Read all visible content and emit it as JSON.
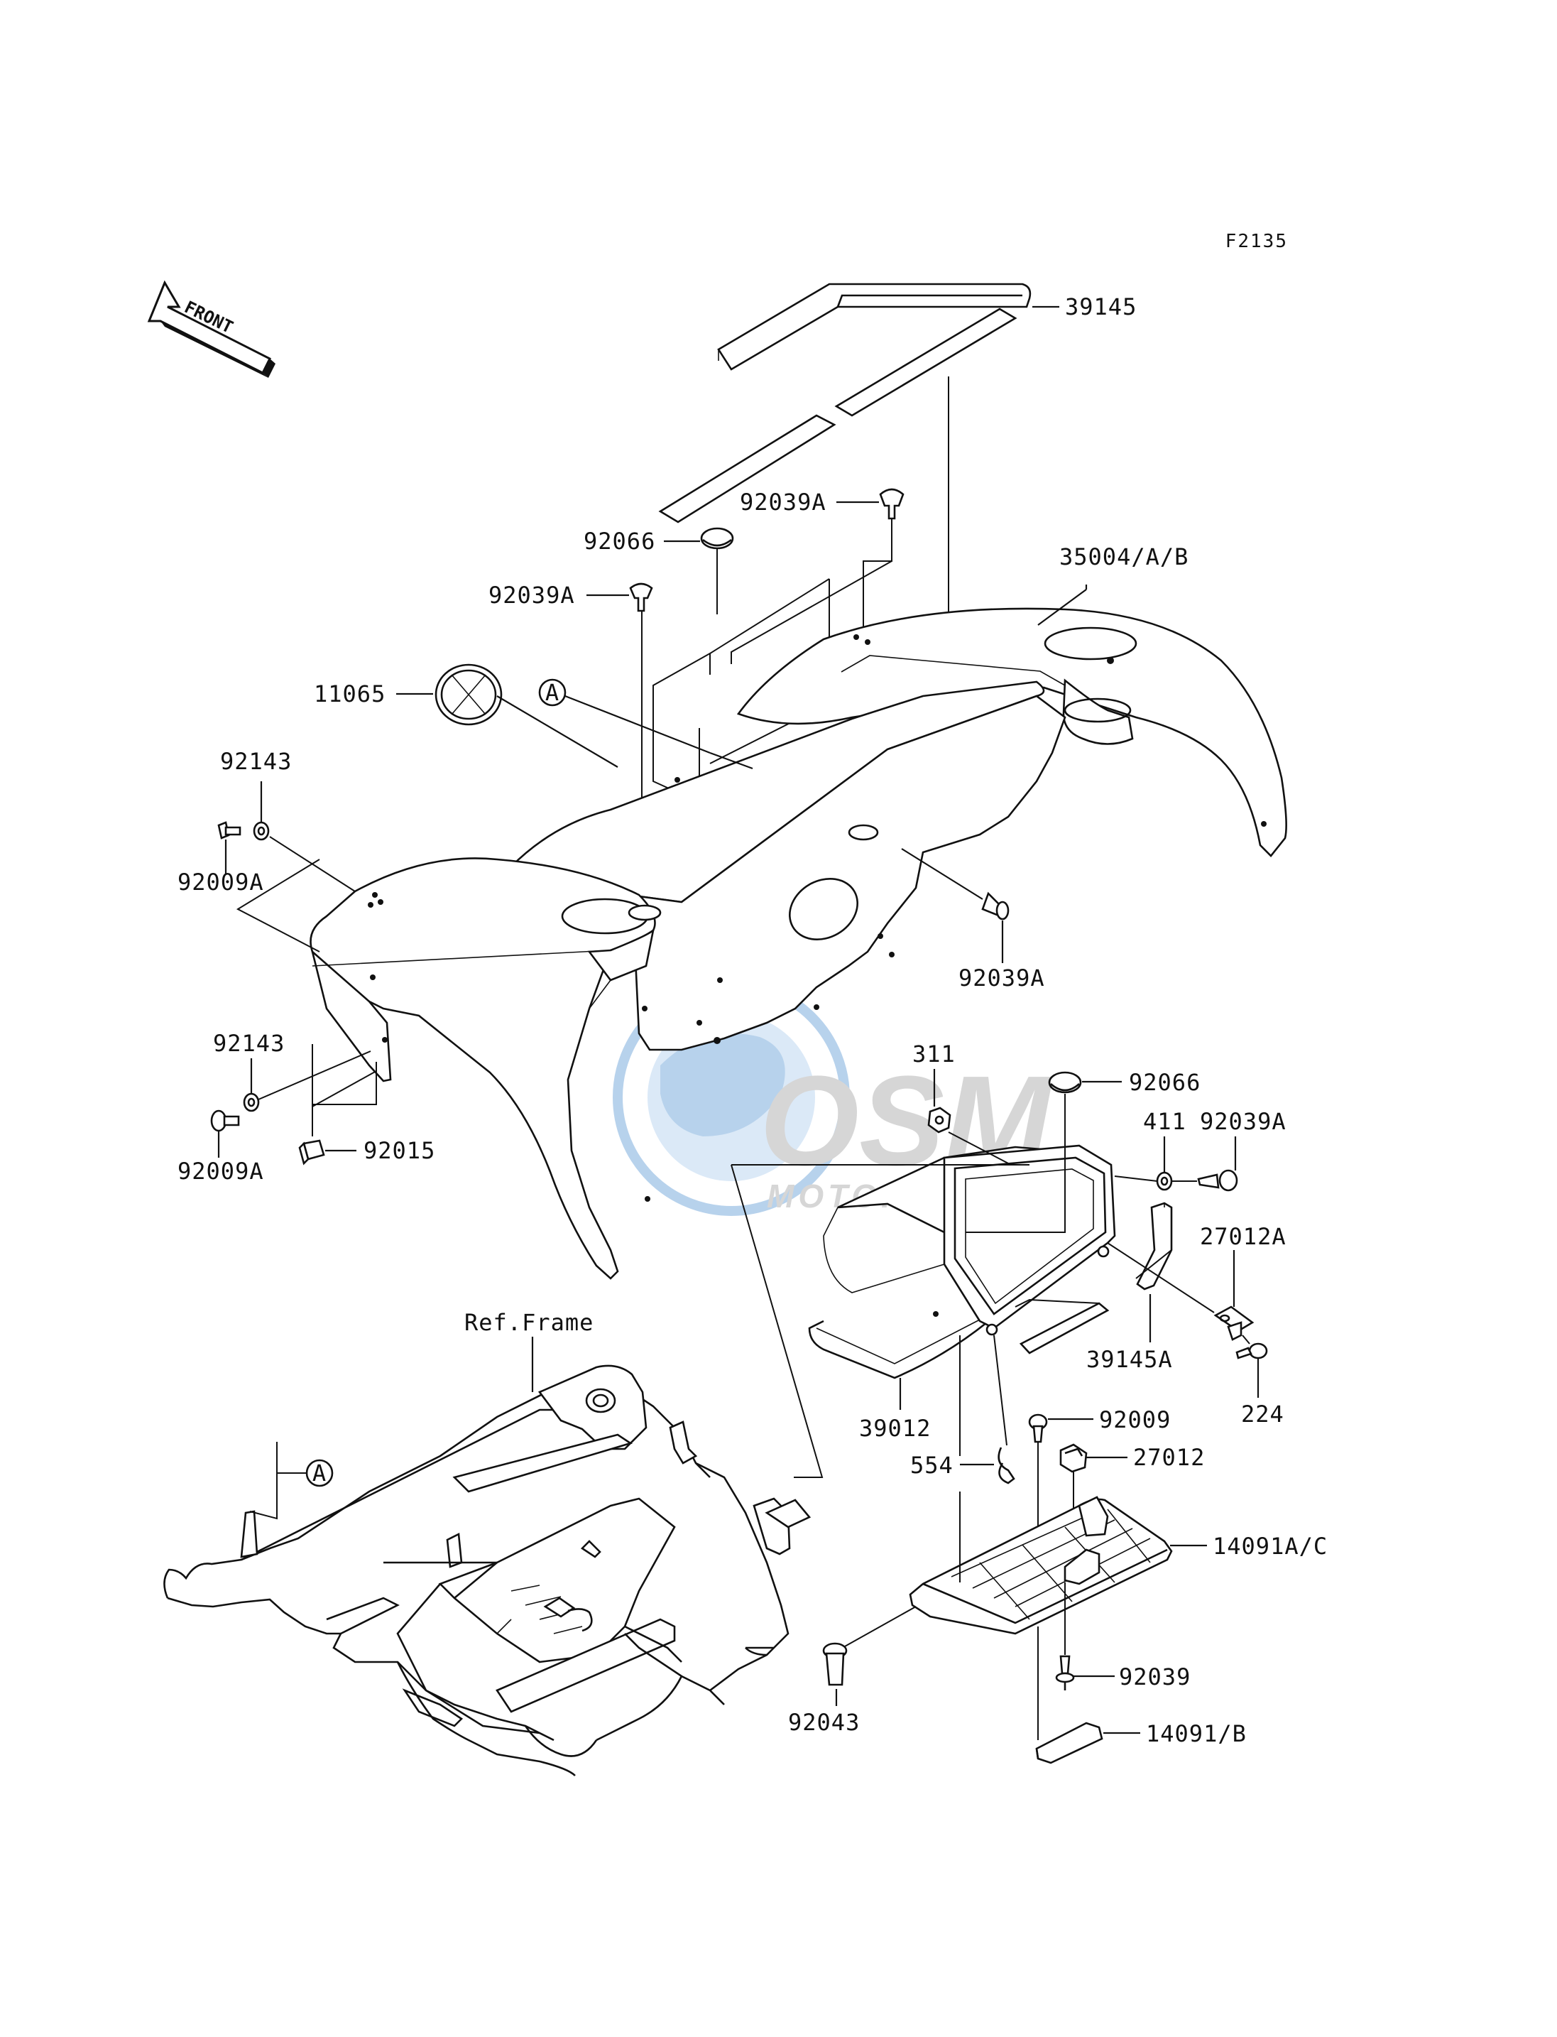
{
  "diagram_code": "F2135",
  "front_arrow_label": "FRONT",
  "watermark": {
    "brand": "OSM",
    "sub": "MOTORPARTS"
  },
  "callouts": {
    "A_upper": "A",
    "A_lower": "A"
  },
  "ref_frame_label": "Ref.Frame",
  "part_labels": {
    "p39145": "39145",
    "p92039A_top": "92039A",
    "p92066_top": "92066",
    "p92039A_left": "92039A",
    "p35004": "35004/A/B",
    "p11065": "11065",
    "p92143_top": "92143",
    "p92009A_top": "92009A",
    "p92039A_mid": "92039A",
    "p92143_bot": "92143",
    "p92009A_bot": "92009A",
    "p92015": "92015",
    "p311": "311",
    "p92066_right": "92066",
    "p411": "411",
    "p92039A_right": "92039A",
    "p27012A": "27012A",
    "p39145A": "39145A",
    "p224": "224",
    "p39012": "39012",
    "p92009": "92009",
    "p554": "554",
    "p27012": "27012",
    "p14091AC": "14091A/C",
    "p92039": "92039",
    "p92043": "92043",
    "p14091B": "14091/B"
  },
  "colors": {
    "line": "#111111",
    "background": "#ffffff",
    "watermark_blue": "#9fc3e6",
    "watermark_grey": "#c9c9c9"
  }
}
